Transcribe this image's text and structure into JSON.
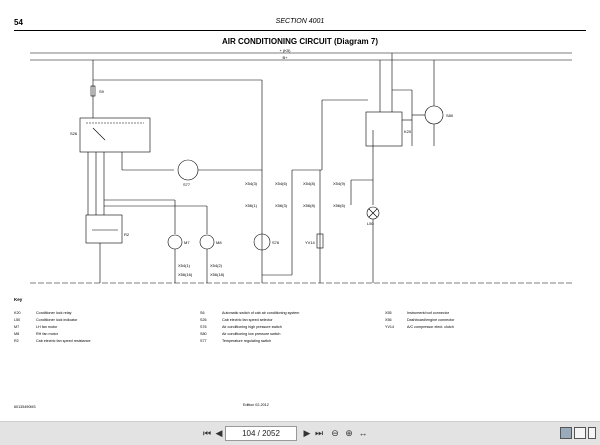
{
  "header": {
    "page_number": "54",
    "section": "SECTION 4001"
  },
  "title": "AIR CONDITIONING CIRCUIT (Diagram 7)",
  "bus": {
    "top_label": "+ (K5)",
    "bottom_label": "B+"
  },
  "components": {
    "s9": "S9",
    "s26": "S26",
    "s77": "S77",
    "r2": "R2",
    "m7": "M7",
    "m8": "M8",
    "s76": "S76",
    "yv14": "YV14",
    "l50": "L50",
    "k20": "K20",
    "s80": "S80"
  },
  "connectors": {
    "x54_1": "X54(1)",
    "x56_16": "X56(16)",
    "x54_2": "X54(2)",
    "x56_18": "X56(18)",
    "x54_3": "X54(3)",
    "x56_1": "X56(1)",
    "x54_6": "X54(6)",
    "x56_3": "X56(3)",
    "x54_8": "X54(8)",
    "x56_8": "X56(8)",
    "x54_9": "X54(9)",
    "x56_6": "X56(6)"
  },
  "key": {
    "title": "Key",
    "col1": [
      {
        "code": "K20",
        "desc": "Conditioner lock relay"
      },
      {
        "code": "L50",
        "desc": "Conditioner lock indicator"
      },
      {
        "code": "M7",
        "desc": "LH fan motor"
      },
      {
        "code": "M8",
        "desc": "RH fan motor"
      },
      {
        "code": "R2",
        "desc": "Cab electric fan speed resistance"
      }
    ],
    "col2": [
      {
        "code": "S6",
        "desc": "Automatic switch of cab air conditioning system"
      },
      {
        "code": "S26",
        "desc": "Cab electric fan speed selector"
      },
      {
        "code": "S76",
        "desc": "Air conditioning high pressure switch"
      },
      {
        "code": "S80",
        "desc": "Air conditioning low pressure switch"
      },
      {
        "code": "S77",
        "desc": "Temperature regulating switch"
      }
    ],
    "col3": [
      {
        "code": "X55",
        "desc": "Instrument/roof connector"
      },
      {
        "code": "X56",
        "desc": "Dashboard/engine connector"
      },
      {
        "code": "YV14",
        "desc": "A/C compressor elect. clutch"
      }
    ]
  },
  "footer": {
    "doc_code": "60135490M3",
    "edition": "Edition 02-2012"
  },
  "viewer": {
    "page_field": "104 / 2052",
    "icons": [
      "first-page-icon",
      "prev-page-icon",
      "next-page-icon",
      "last-page-icon",
      "zoom-out-icon",
      "zoom-in-icon",
      "fit-width-icon",
      "single-page-icon",
      "two-page-icon",
      "scroll-view-icon"
    ]
  }
}
